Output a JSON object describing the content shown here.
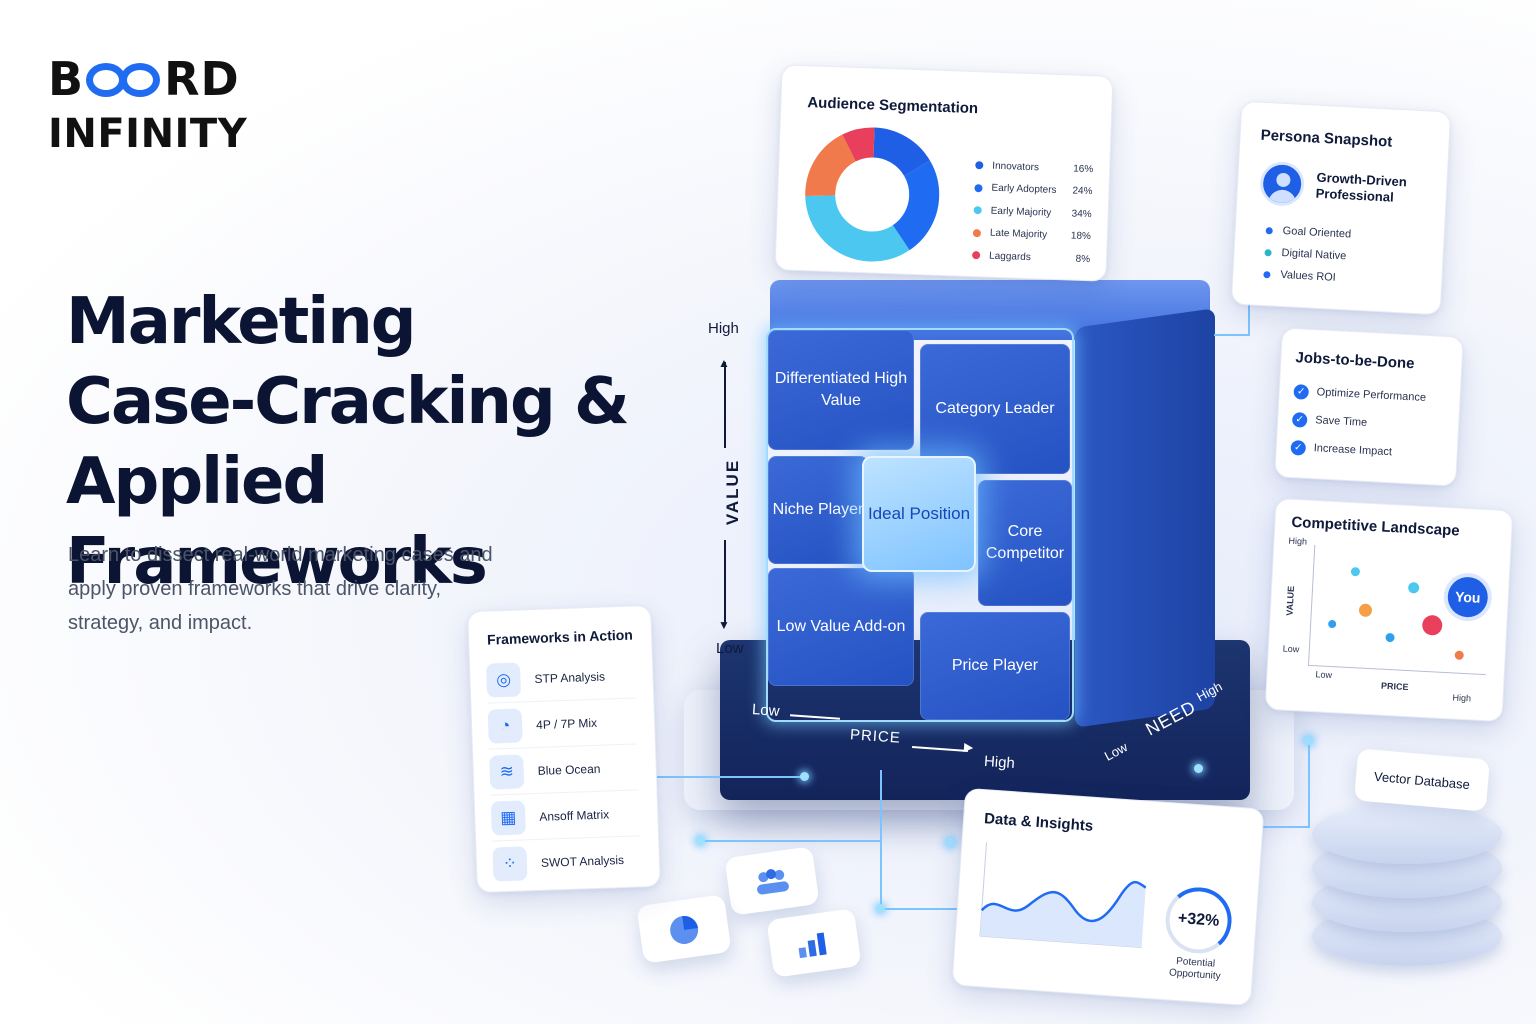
{
  "brand": {
    "line1_a": "B",
    "line1_b": "RD",
    "line2": "INFINITY"
  },
  "hero": {
    "title_line1": "Marketing",
    "title_line2": "Case-Cracking &",
    "title_line3": "Applied Frameworks",
    "subtitle": "Learn to dissect real-world marketing cases and apply proven frameworks that drive clarity, strategy, and impact."
  },
  "audience": {
    "title": "Audience Segmentation",
    "segments": [
      {
        "label": "Innovators",
        "pct": "16%",
        "value": 16,
        "color": "#1f5fe6"
      },
      {
        "label": "Early Adopters",
        "pct": "24%",
        "value": 24,
        "color": "#1f6cf2"
      },
      {
        "label": "Early Majority",
        "pct": "34%",
        "value": 34,
        "color": "#4cc7f0"
      },
      {
        "label": "Late Majority",
        "pct": "18%",
        "value": 18,
        "color": "#f07a4c"
      },
      {
        "label": "Laggards",
        "pct": "8%",
        "value": 8,
        "color": "#e8405c"
      }
    ]
  },
  "persona": {
    "title": "Persona Snapshot",
    "name_line1": "Growth-Driven",
    "name_line2": "Professional",
    "traits": [
      {
        "label": "Goal Oriented",
        "color": "#1f6cf2"
      },
      {
        "label": "Digital Native",
        "color": "#2bb3c9"
      },
      {
        "label": "Values ROI",
        "color": "#1f6cf2"
      }
    ]
  },
  "jtbd": {
    "title": "Jobs-to-be-Done",
    "items": [
      "Optimize Performance",
      "Save Time",
      "Increase Impact"
    ]
  },
  "competitive": {
    "title": "Competitive Landscape",
    "y_high": "High",
    "y_low": "Low",
    "y_axis": "VALUE",
    "x_low": "Low",
    "x_axis": "PRICE",
    "x_high": "High",
    "you_label": "You"
  },
  "matrix": {
    "value_axis": "VALUE",
    "value_high": "High",
    "value_low": "Low",
    "price_axis": "PRICE",
    "price_low": "Low",
    "price_high": "High",
    "need_axis": "NEED",
    "need_low": "Low",
    "need_high": "High",
    "cells": {
      "differentiated": "Differentiated High Value",
      "category_leader": "Category Leader",
      "niche": "Niche Player",
      "ideal": "Ideal Position",
      "core": "Core Competitor",
      "low_value": "Low Value Add-on",
      "price_player": "Price Player"
    }
  },
  "frameworks": {
    "title": "Frameworks in Action",
    "items": [
      {
        "label": "STP Analysis",
        "icon": "target-icon"
      },
      {
        "label": "4P / 7P Mix",
        "icon": "pie-icon"
      },
      {
        "label": "Blue Ocean",
        "icon": "wave-icon"
      },
      {
        "label": "Ansoff Matrix",
        "icon": "grid-icon"
      },
      {
        "label": "SWOT Analysis",
        "icon": "four-dots-icon"
      }
    ]
  },
  "data_insights": {
    "title": "Data & Insights",
    "metric": "+32%",
    "metric_label": "Potential Opportunity"
  },
  "vector_db": {
    "label": "Vector Database"
  }
}
